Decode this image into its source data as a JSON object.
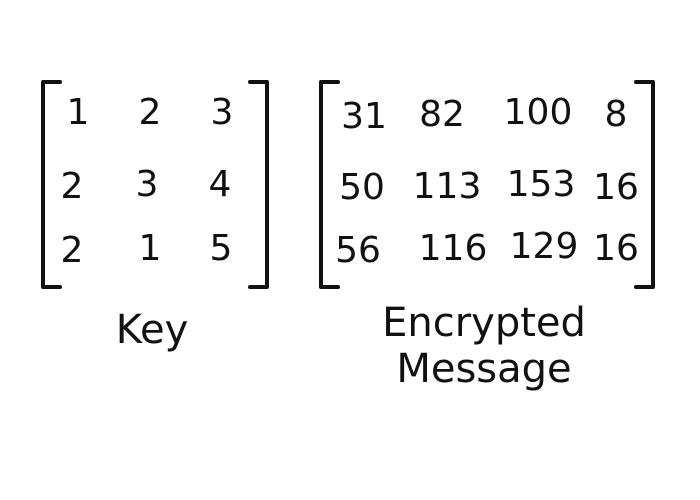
{
  "key": {
    "caption": "Key",
    "rows": [
      [
        "1",
        "2",
        "3"
      ],
      [
        "2",
        "3",
        "4"
      ],
      [
        "2",
        "1",
        "5"
      ]
    ]
  },
  "message": {
    "caption_line1": "Encrypted",
    "caption_line2": "Message",
    "rows": [
      [
        "31",
        "82",
        "100",
        "8"
      ],
      [
        "50",
        "113",
        "153",
        "16"
      ],
      [
        "56",
        "116",
        "129",
        "16"
      ]
    ]
  }
}
